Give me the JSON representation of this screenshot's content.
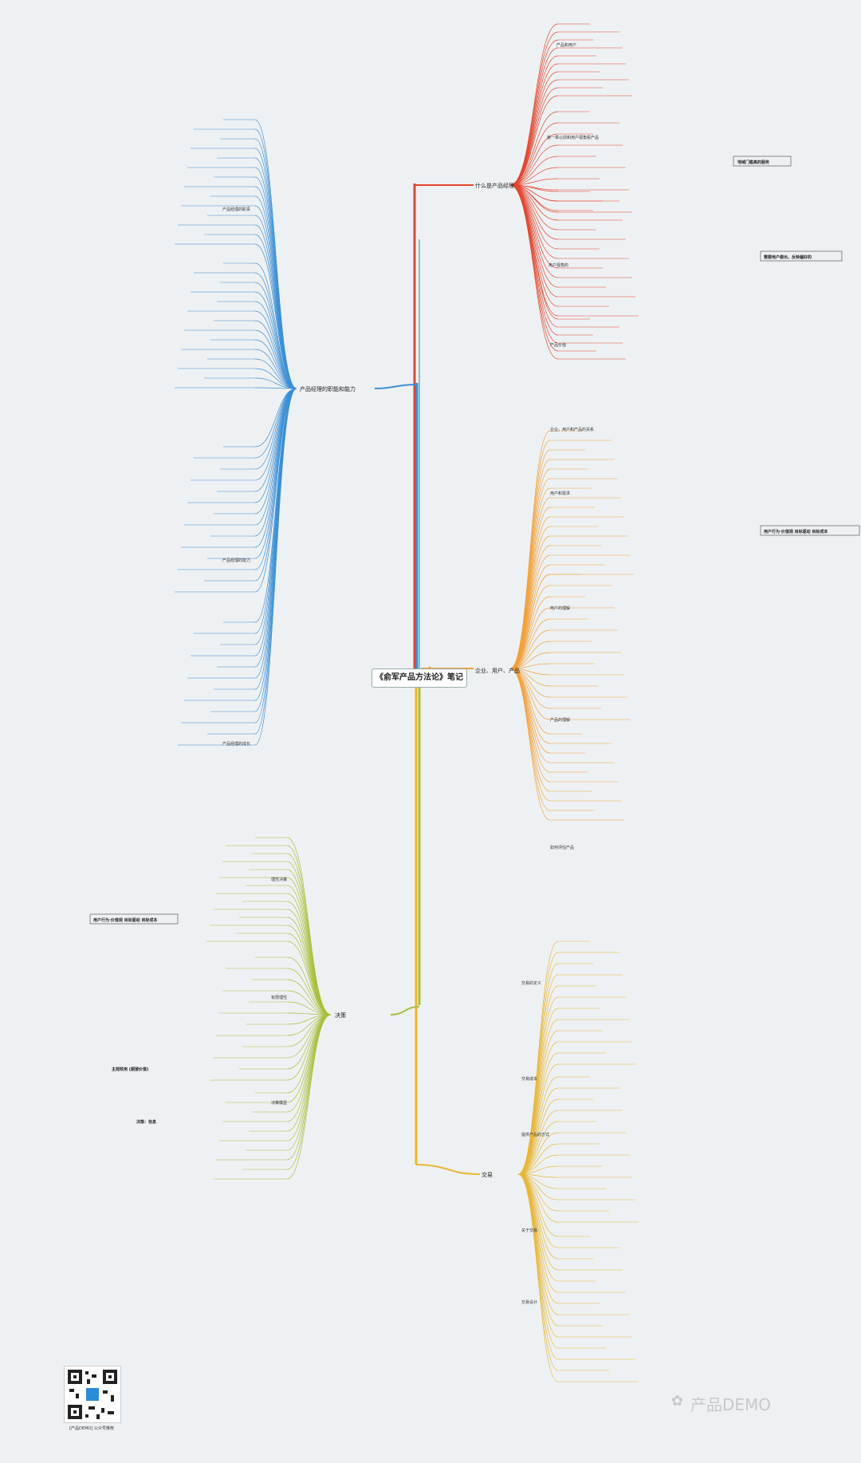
{
  "title": "《俞军产品方法论》笔记",
  "watermark": "产品DEMO",
  "qr_caption": "[产品DEMO] 公众号推荐",
  "colors": {
    "red": "#e2452e",
    "orange": "#f2a13a",
    "gold": "#e8b636",
    "olive": "#a9bf3a",
    "blue": "#3b8fd6",
    "teal": "#7cc6c9"
  },
  "branches": {
    "red": {
      "label": "什么是产品经理",
      "subs": [
        "产品和用户",
        "第一章以前和用户视角看产品",
        "用户视角的",
        "产品价值"
      ],
      "notes": [
        "地域门槛高的服务",
        "需要用户做出，反映偏好的"
      ]
    },
    "orange": {
      "label": "企业、用户、产品",
      "subs": [
        "企业，用户和产品的关系",
        "用户和需求",
        "用户的理解",
        "产品的理解",
        "如何评估产品"
      ],
      "notes": [
        "用户行为·价值观 目标驱动 目标成本"
      ]
    },
    "gold": {
      "label": "交易",
      "subs": [
        "交易的定义",
        "交易成本",
        "提供产品的方式",
        "关于交易",
        "交易设计"
      ]
    },
    "olive": {
      "label": "决策",
      "subs": [
        "理性决策",
        "有限理性",
        "决策模型"
      ],
      "notes": [
        "用户行为·价值观 目标驱动 目标成本",
        "主观效用 (期望价值)",
        "决策：信息"
      ]
    },
    "blue": {
      "label": "产品经理的职能和能力",
      "subs": [
        "产品经理的职责",
        "产品经理的能力",
        "产品经理的成长"
      ]
    }
  }
}
